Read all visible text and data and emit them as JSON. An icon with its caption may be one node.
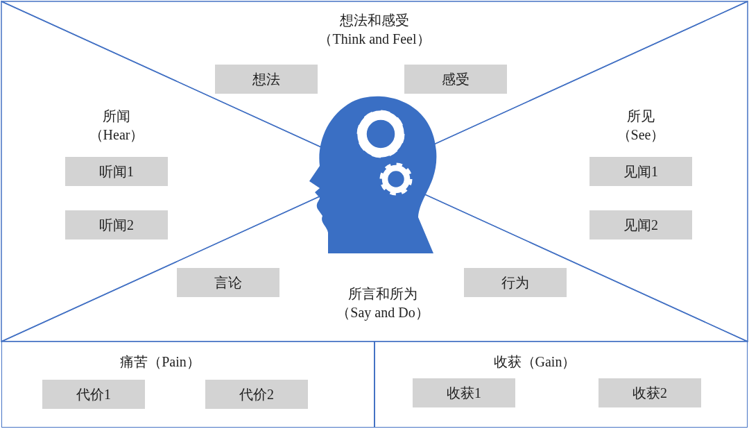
{
  "diagram": {
    "nodes": [
      {
        "text": [
          "想法和感受",
          "（Think and Feel）"
        ]
      },
      {
        "text": [
          "想法"
        ],
        "in": 0
      },
      {
        "text": [
          "感受"
        ],
        "in": 0
      },
      {
        "text": [
          "所闻",
          "（Hear）"
        ]
      },
      {
        "text": [
          "听闻1"
        ],
        "in": 3
      },
      {
        "text": [
          "听闻2"
        ],
        "in": 3
      },
      {
        "text": [
          "所见",
          "（See）"
        ]
      },
      {
        "text": [
          "见闻1"
        ],
        "in": 6
      },
      {
        "text": [
          "见闻2"
        ],
        "in": 6
      },
      {
        "text": [
          "所言和所为",
          "（Say and Do）"
        ]
      },
      {
        "text": [
          "言论"
        ],
        "in": 9
      },
      {
        "text": [
          "行为"
        ],
        "in": 9
      },
      {
        "text": [
          "痛苦（Pain）"
        ]
      },
      {
        "text": [
          "代价1"
        ],
        "in": 12
      },
      {
        "text": [
          "代价2"
        ],
        "in": 12
      },
      {
        "text": [
          "收获（Gain）"
        ]
      },
      {
        "text": [
          "收获1"
        ],
        "in": 15
      },
      {
        "text": [
          "收获2"
        ],
        "in": 15
      }
    ]
  }
}
